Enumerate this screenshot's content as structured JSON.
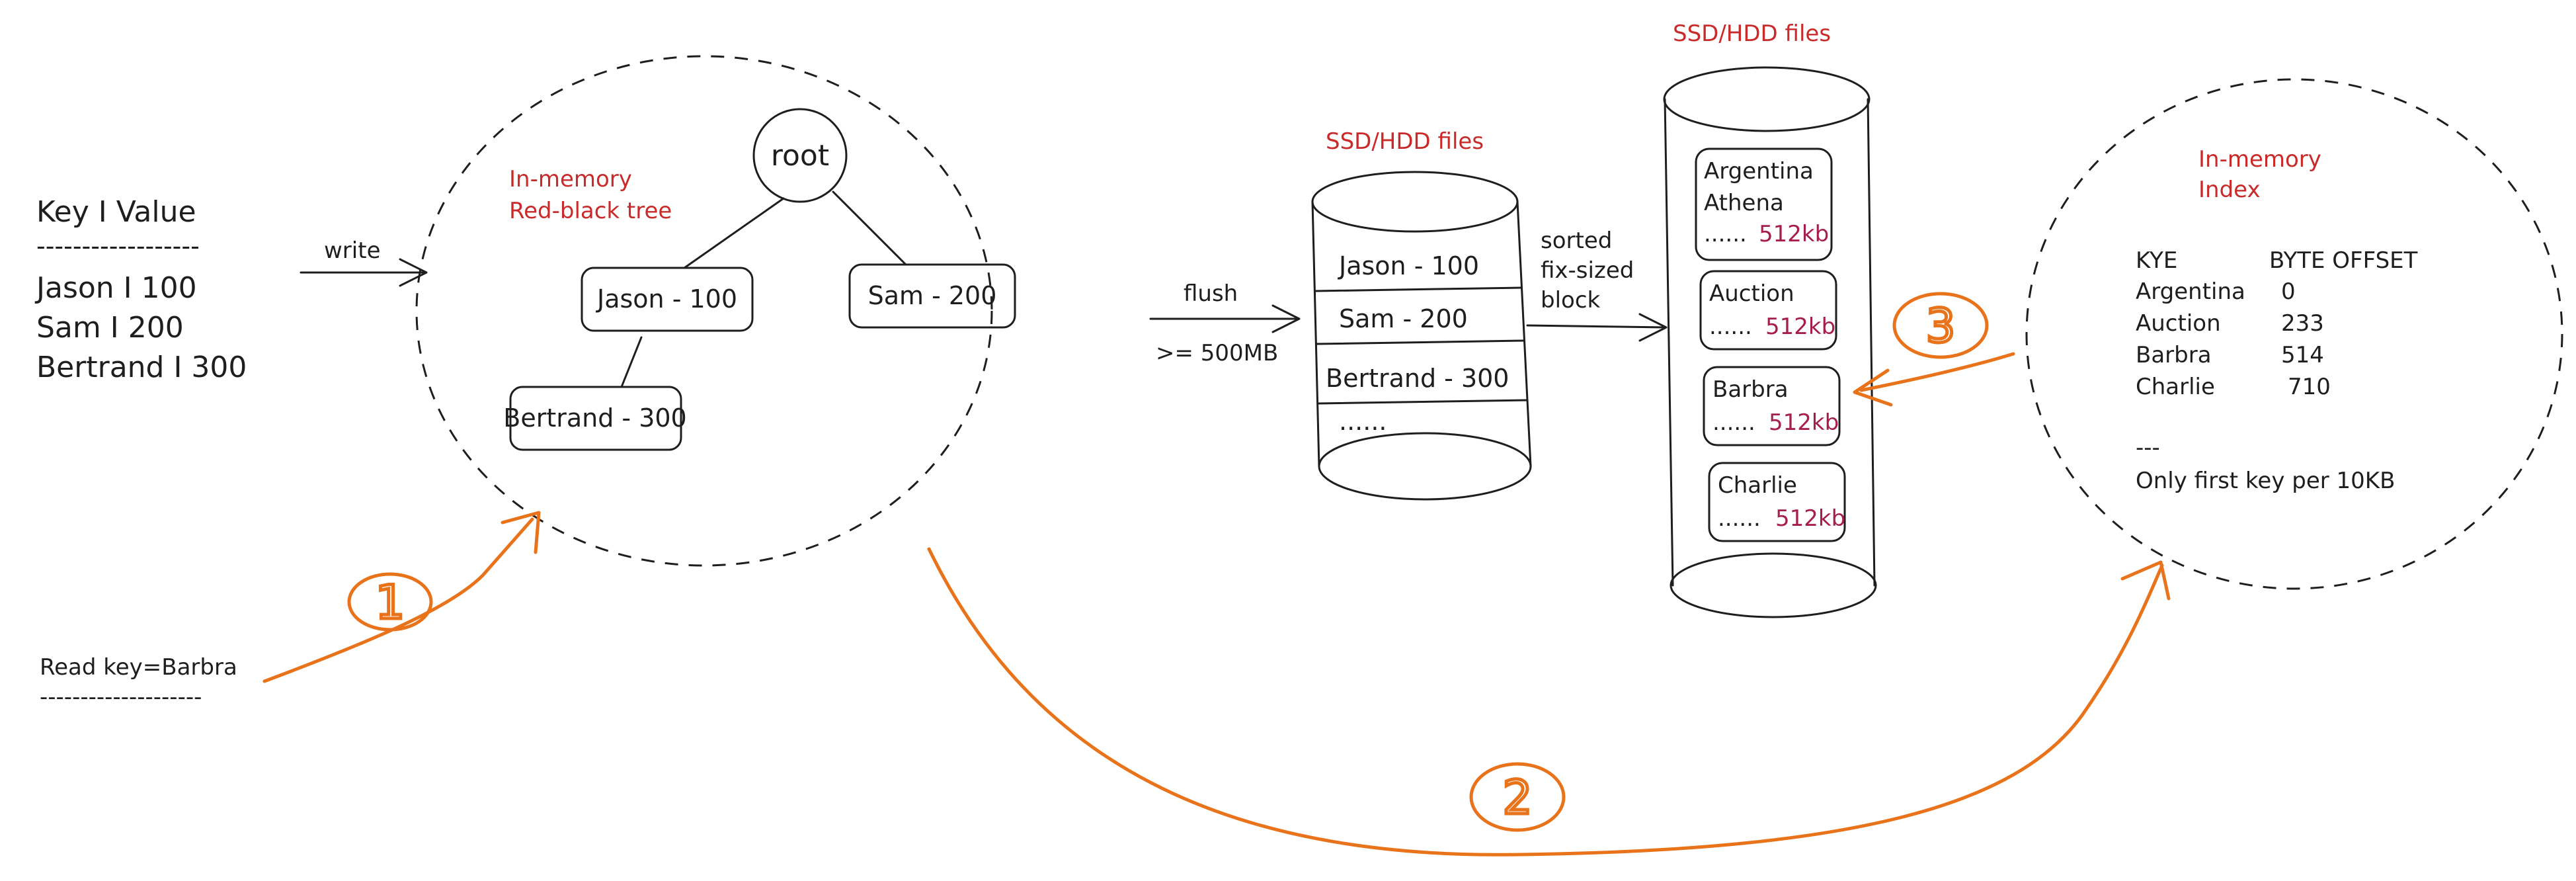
{
  "kv_table": {
    "header": "Key        I Value",
    "separator": "------------------",
    "rows": [
      "Jason      I 100",
      "Sam        I 200",
      "Bertrand I 300"
    ]
  },
  "write_label": "write",
  "memtable": {
    "label_line1": "In-memory",
    "label_line2": "Red-black tree",
    "root": "root",
    "nodes": [
      "Jason - 100",
      "Sam - 200",
      "Bertrand - 300"
    ]
  },
  "flush": {
    "label": "flush",
    "threshold": ">= 500MB"
  },
  "sstable1": {
    "title": "SSD/HDD files",
    "rows": [
      "Jason - 100",
      "Sam - 200",
      "Bertrand - 300",
      "......"
    ]
  },
  "sorted_label": [
    "sorted",
    "fix-sized",
    "block"
  ],
  "sstable2": {
    "title": "SSD/HDD files",
    "blocks": [
      {
        "line1": "Argentina",
        "line2": "Athena",
        "dots": "......",
        "size": "512kb"
      },
      {
        "line1": "Auction",
        "line2": "",
        "dots": "......",
        "size": "512kb"
      },
      {
        "line1": "Barbra",
        "line2": "",
        "dots": "......",
        "size": "512kb"
      },
      {
        "line1": "Charlie",
        "line2": "",
        "dots": "......",
        "size": "512kb"
      }
    ]
  },
  "index": {
    "label_line1": "In-memory",
    "label_line2": "Index",
    "col_key": "KYE",
    "col_offset": "BYTE OFFSET",
    "rows": [
      {
        "key": "Argentina",
        "offset": "0"
      },
      {
        "key": "Auction",
        "offset": "233"
      },
      {
        "key": "Barbra",
        "offset": "514"
      },
      {
        "key": "Charlie",
        "offset": "710"
      }
    ],
    "sep": "---",
    "note": "Only first key per 10KB"
  },
  "read": {
    "label": "Read key=Barbra",
    "separator": "--------------------"
  },
  "steps": [
    "1",
    "2",
    "3"
  ],
  "colors": {
    "accent": "#e8731a",
    "label_red": "#c92a2a",
    "size_rose": "#a61e4d"
  }
}
